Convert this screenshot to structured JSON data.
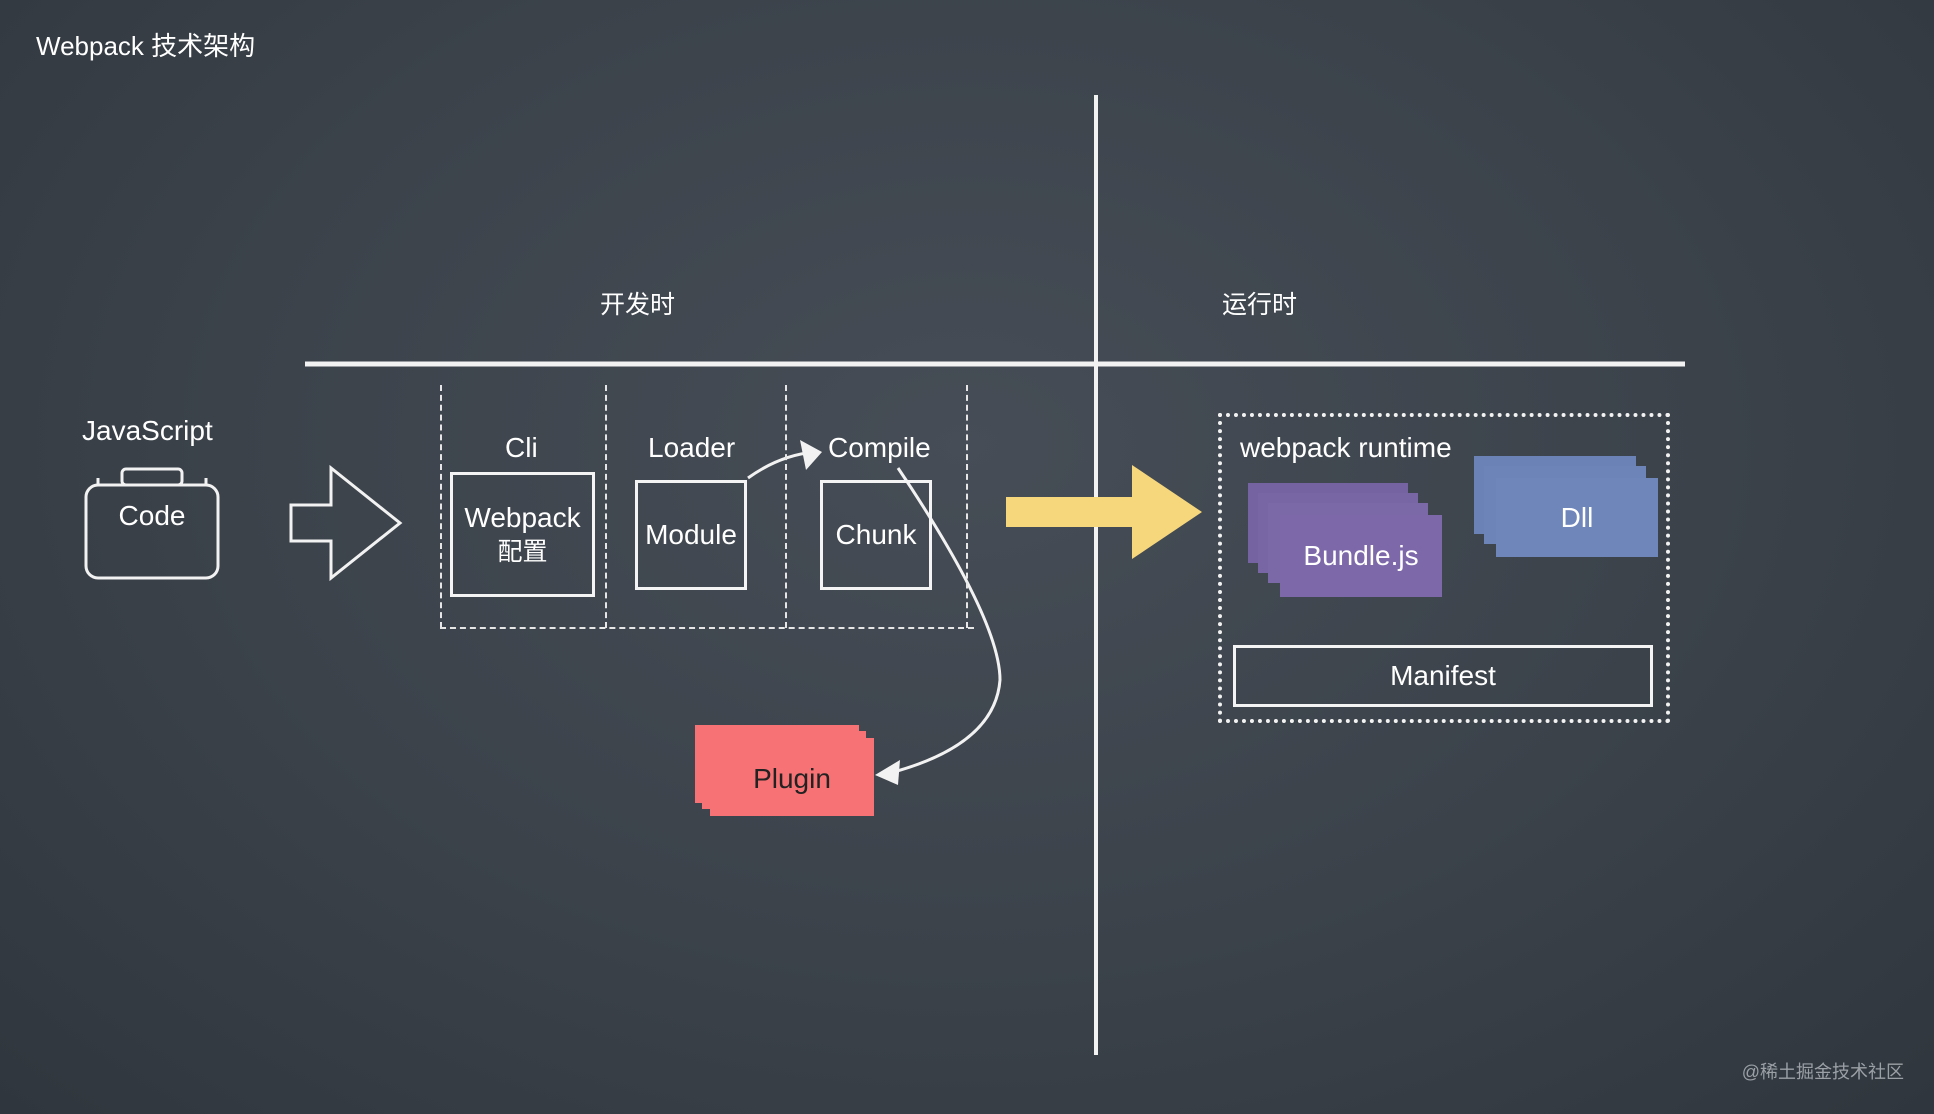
{
  "title": "Webpack 技术架构",
  "phases": {
    "dev": "开发时",
    "runtime": "运行时"
  },
  "source": {
    "label": "JavaScript",
    "item": "Code"
  },
  "dev": {
    "cli": {
      "header": "Cli",
      "line1": "Webpack",
      "line2": "配置"
    },
    "loader": {
      "header": "Loader",
      "box": "Module"
    },
    "compile": {
      "header": "Compile",
      "box": "Chunk"
    },
    "plugin": "Plugin"
  },
  "runtime": {
    "group_label": "webpack runtime",
    "bundle": "Bundle.js",
    "dll": "Dll",
    "manifest": "Manifest"
  },
  "colors": {
    "background": "#3a4149",
    "chalk": "#f4f4f4",
    "arrow_yellow": "#f6d77c",
    "plugin_red": "#f77274",
    "bundle_purple": "#7d68aa",
    "dll_blue": "#6f86bb"
  },
  "watermark": "@稀土掘金技术社区"
}
